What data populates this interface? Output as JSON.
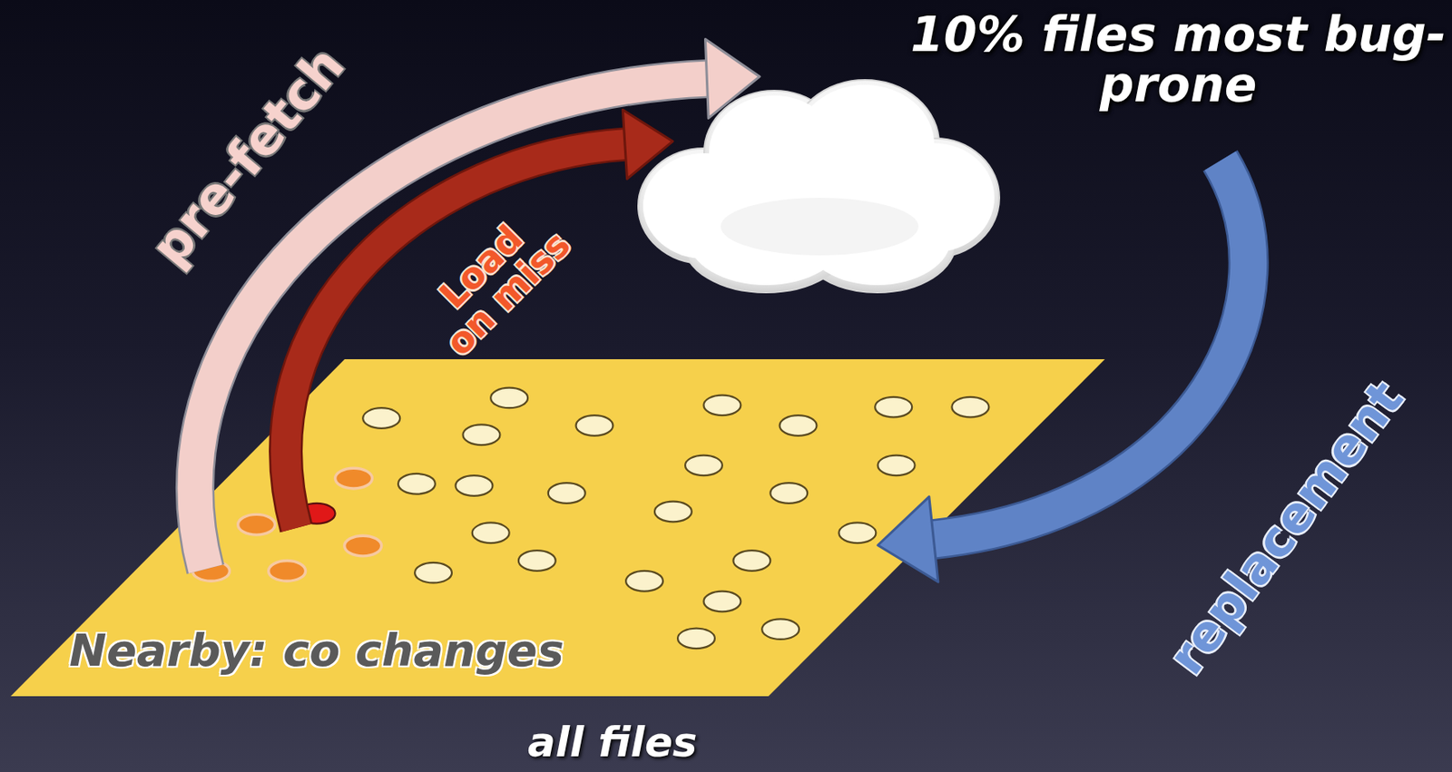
{
  "diagram": {
    "nodes": [
      {
        "text": [
          "10% files most bug-prone"
        ]
      },
      {
        "text": [
          "Nearby: co changes",
          "all files"
        ]
      }
    ],
    "edges": [
      {
        "from": 1,
        "to": 0,
        "label": "pre-fetch",
        "arrow": "to"
      },
      {
        "from": 1,
        "to": 0,
        "label": "Load on miss",
        "arrow": "to"
      },
      {
        "from": 0,
        "to": 1,
        "label": "replacement",
        "arrow": "to"
      }
    ]
  }
}
